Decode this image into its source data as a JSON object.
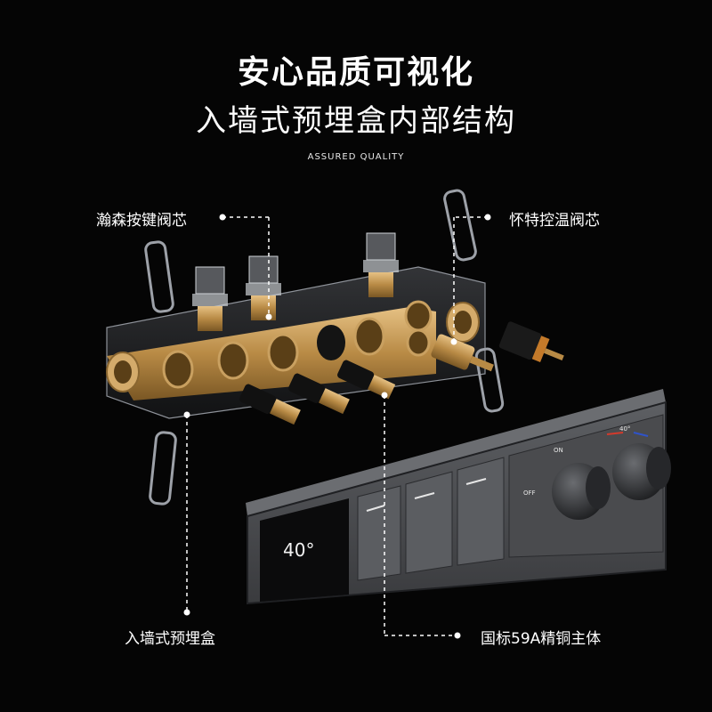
{
  "header": {
    "title": "安心品质可视化",
    "subtitle": "入墙式预埋盒内部结构",
    "english": "ASSURED QUALITY"
  },
  "callouts": {
    "button_valve_core": "瀚森按键阀芯",
    "thermostatic_valve_core": "怀特控温阀芯",
    "embedded_box": "入墙式预埋盒",
    "brass_body": "国标59A精铜主体"
  },
  "panel": {
    "temperature_display": "40°",
    "dial_on_label": "ON",
    "dial_off_label": "OFF",
    "dial_temp_label": "40°"
  },
  "colors": {
    "background": "#050505",
    "brass": "#c9a060",
    "panel_gunmetal": "#4a4b4e",
    "hot_mark": "#d33a2c",
    "cold_mark": "#2f53c9"
  }
}
